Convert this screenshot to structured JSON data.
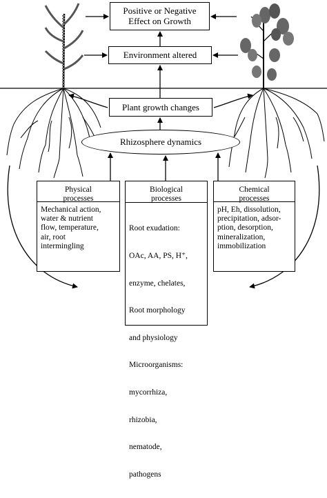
{
  "top_box": {
    "line1": "Positive or Negative",
    "line2": "Effect on Growth"
  },
  "environment_box": {
    "label": "Environment altered"
  },
  "growth_box": {
    "label": "Plant growth changes"
  },
  "rhizosphere": {
    "label": "Rhizosphere dynamics"
  },
  "physical": {
    "title1": "Physical",
    "title2": "processes",
    "lines": [
      "Mechanical action,",
      "water & nutrient",
      "flow, temperature,",
      "air, root",
      "intermingling"
    ]
  },
  "biological": {
    "title1": "Biological",
    "title2": "processes",
    "lines": [
      "Root exudation:",
      "  OAc, AA, PS, H⁺,",
      "  enzyme, chelates,",
      "Root morphology",
      "  and physiology",
      "Microorganisms:",
      "  mycorrhiza,",
      "  rhizobia,",
      "  nematode,",
      "  pathogens"
    ]
  },
  "chemical": {
    "title1": "Chemical",
    "title2": "processes",
    "lines": [
      "pH, Eh, dissolution,",
      "precipitation, adsor-",
      "ption, desorption,",
      "mineralization,",
      "immobilization"
    ]
  }
}
